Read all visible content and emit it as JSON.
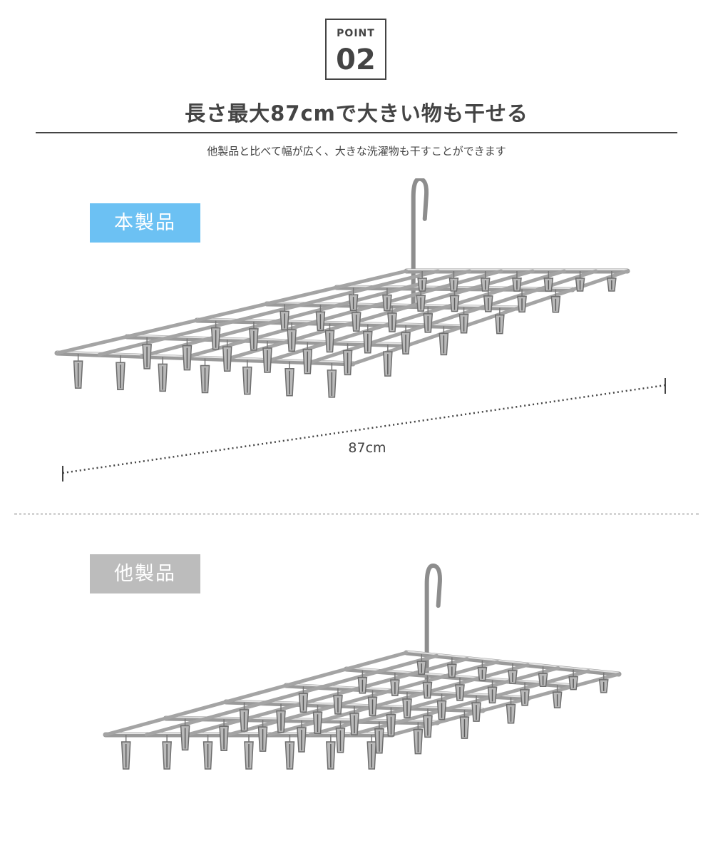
{
  "header": {
    "point_label": "POINT",
    "point_number": "02",
    "headline": "長さ最大87cmで大きい物も干せる",
    "subline": "他製品と比べて幅が広く、大きな洗濯物も干すことができます"
  },
  "comparison": {
    "ours_label": "本製品",
    "ours_color": "#6cc1f3",
    "other_label": "他製品",
    "other_color": "#bcbcbc",
    "dimension_label": "87cm"
  },
  "icons": [
    "hanger-hook-icon",
    "clothespin-icon"
  ]
}
